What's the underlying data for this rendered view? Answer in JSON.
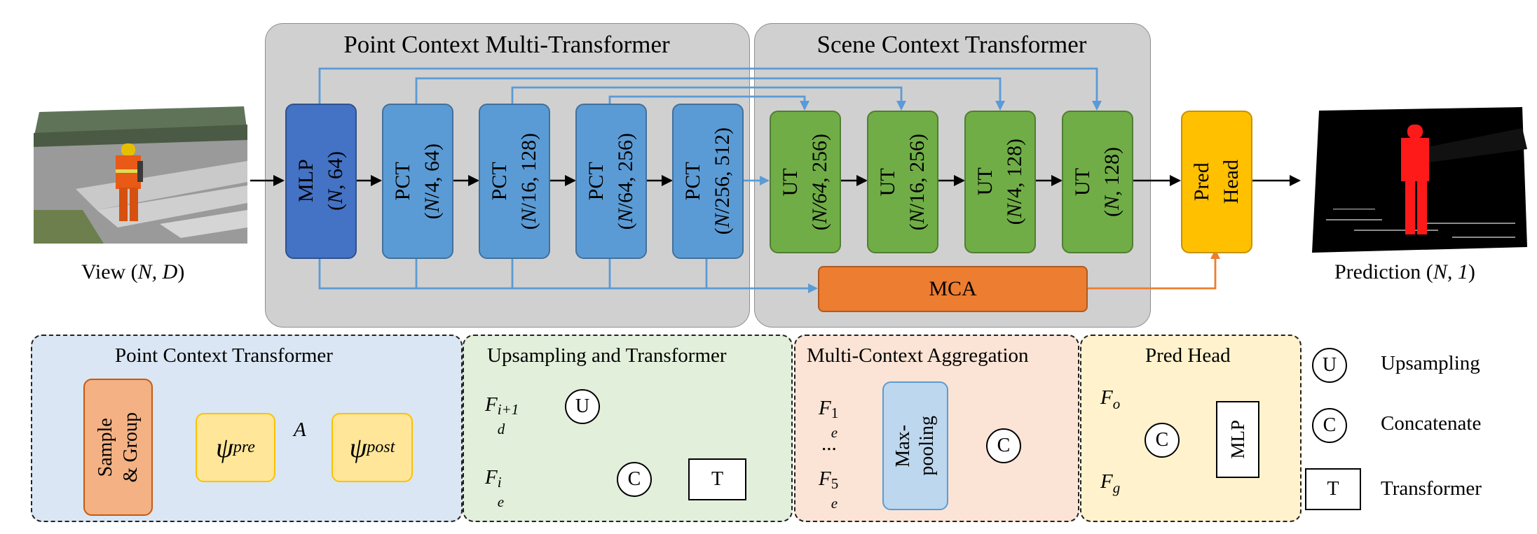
{
  "groups": {
    "point_context": "Point Context Multi-Transformer",
    "scene_context": "Scene Context Transformer"
  },
  "blocks": {
    "mlp": {
      "name": "MLP",
      "dim_italic": "N",
      "dim_rest": ", 64)"
    },
    "pct1": {
      "name": "PCT",
      "dim_italic": "N",
      "dim_rest": "/4, 64)"
    },
    "pct2": {
      "name": "PCT",
      "dim_italic": "N",
      "dim_rest": "/16, 128)"
    },
    "pct3": {
      "name": "PCT",
      "dim_italic": "N",
      "dim_rest": "/64, 256)"
    },
    "pct4": {
      "name": "PCT",
      "dim_italic": "N",
      "dim_rest": "/256, 512)"
    },
    "ut1": {
      "name": "UT",
      "dim_italic": "N/64",
      "dim_rest": ", 256)"
    },
    "ut2": {
      "name": "UT",
      "dim_italic": "N",
      "dim_rest": "/16, 256)"
    },
    "ut3": {
      "name": "UT",
      "dim_italic": "N",
      "dim_rest": "/4, 128)"
    },
    "ut4": {
      "name": "UT",
      "dim_italic": "N",
      "dim_rest": ", 128)"
    },
    "pred_head": {
      "line1": "Pred",
      "line2": "Head"
    },
    "mca": "MCA"
  },
  "io": {
    "view_prefix": "View (",
    "view_args": "N, D",
    "view_suffix": ")",
    "prediction_prefix": "Prediction (",
    "prediction_args": "N, 1",
    "prediction_suffix": ")"
  },
  "panels": {
    "pct": {
      "title": "Point Context Transformer",
      "sample_group_line1": "Sample",
      "sample_group_line2": "& Group",
      "psi_pre_sub": "pre",
      "psi_post_sub": "post",
      "a_label": "A"
    },
    "upsampling": {
      "title": "Upsampling and Transformer",
      "u": "U",
      "c": "C",
      "t": "T",
      "fd_base": "F",
      "fd_sub": "d",
      "fd_sup": "i+1",
      "fe_base": "F",
      "fe_sub": "e",
      "fe_sup": "i"
    },
    "mca": {
      "title": "Multi-Context Aggregation",
      "fe1_base": "F",
      "fe1_sub": "e",
      "fe1_sup": "1",
      "dots": "...",
      "fe5_base": "F",
      "fe5_sub": "e",
      "fe5_sup": "5",
      "maxpool_line1": "Max-",
      "maxpool_line2": "pooling",
      "c": "C"
    },
    "pred_head": {
      "title": "Pred Head",
      "fo_base": "F",
      "fo_sub": "o",
      "fg_base": "F",
      "fg_sub": "g",
      "c": "C",
      "mlp": "MLP"
    }
  },
  "legend": [
    {
      "symbol": "U",
      "label": "Upsampling"
    },
    {
      "symbol": "C",
      "label": "Concatenate"
    },
    {
      "symbol": "T",
      "label": "Transformer"
    }
  ],
  "colors": {
    "mlp": "#4472c4",
    "pct": "#5b9bd5",
    "ut": "#70ad47",
    "pred_head": "#ffc000",
    "mca": "#ed7d31",
    "skip_arrow": "#5b9bd5",
    "mca_arrow": "#ed7d31",
    "panel_pct_bg": "#dae6f3",
    "panel_up_bg": "#e2efda",
    "panel_mca_bg": "#fbe4d5",
    "panel_pred_bg": "#fff2cc"
  }
}
